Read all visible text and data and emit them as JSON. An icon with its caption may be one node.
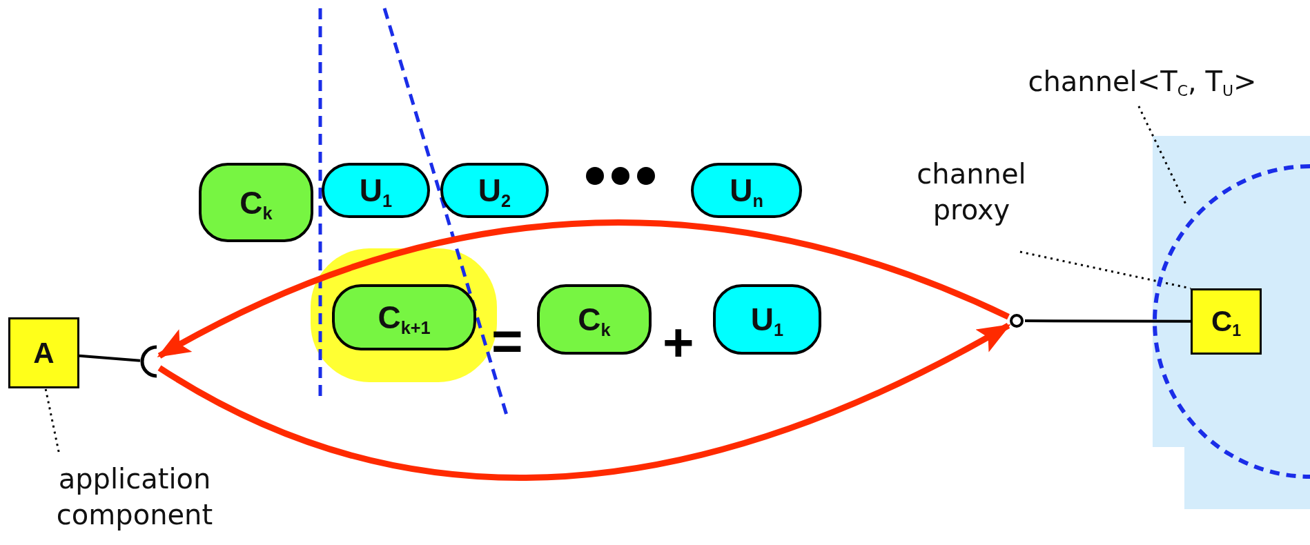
{
  "diagram": {
    "nodes": [
      {
        "text": [
          "A"
        ]
      },
      {
        "text": [],
        "shape": "socket"
      },
      {
        "text": [
          "application component"
        ]
      },
      {
        "text": [
          "C$_{k}$"
        ]
      },
      {
        "text": [
          "U$_{1}$"
        ]
      },
      {
        "text": [
          "U$_{2}$"
        ]
      },
      {
        "text": [
          "U$_{n}$"
        ]
      },
      {
        "text": [
          "C$_{k+1}$"
        ]
      },
      {
        "text": [
          "C$_{k}$"
        ]
      },
      {
        "text": [
          "U$_{1}$"
        ]
      },
      {
        "text": [],
        "shape": "circle"
      },
      {
        "text": [
          "C$_{1}$"
        ],
        "in": 14
      },
      {
        "text": [
          "channel proxy"
        ]
      },
      {
        "text": [
          "channel<T$_{C}$, T$_{U}$>"
        ]
      },
      {
        "text": [],
        "shape": "arc"
      }
    ],
    "edges": [
      {
        "from": 0,
        "to": 1,
        "arrow": "none"
      },
      {
        "from": 2,
        "to": 0,
        "arrow": "none",
        "style": "dashed"
      },
      {
        "from": 10,
        "to": 1,
        "arrow": "to",
        "style": "thick",
        "color": "#ff2a00"
      },
      {
        "from": 1,
        "to": 10,
        "arrow": "to",
        "style": "thick",
        "color": "#ff2a00"
      },
      {
        "from": 10,
        "to": 11,
        "arrow": "none"
      },
      {
        "from": 12,
        "to": 11,
        "arrow": "none",
        "style": "dashed"
      },
      {
        "from": 13,
        "to": 14,
        "arrow": "none",
        "style": "dashed"
      }
    ],
    "labels": [
      "=",
      "+"
    ]
  }
}
